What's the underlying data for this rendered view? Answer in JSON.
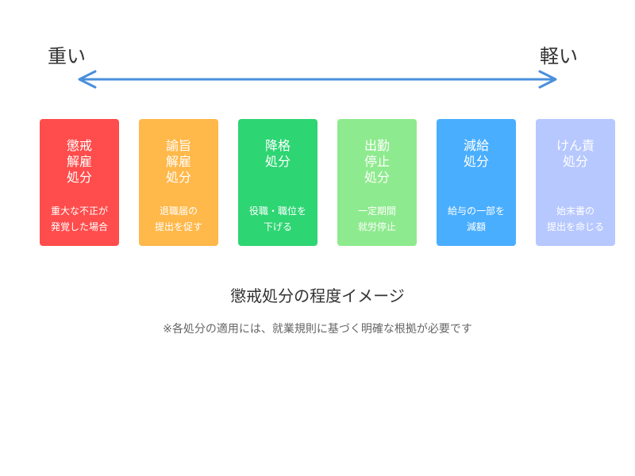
{
  "scale": {
    "left_label": "重い",
    "right_label": "軽い",
    "arrow_color": "#4a8fdc"
  },
  "cards": [
    {
      "title": "懲戒\n解雇\n処分",
      "desc": "重大な不正が\n発覚した場合",
      "color": "#ff4c4c"
    },
    {
      "title": "諭旨\n解雇\n処分",
      "desc": "退職届の\n提出を促す",
      "color": "#ffb84a"
    },
    {
      "title": "降格\n処分",
      "desc": "役職・職位を\n下げる",
      "color": "#2ed573"
    },
    {
      "title": "出勤\n停止\n処分",
      "desc": "一定期間\n就労停止",
      "color": "#8eea8e"
    },
    {
      "title": "減給\n処分",
      "desc": "給与の一部を\n減額",
      "color": "#4aaeff"
    },
    {
      "title": "けん責\n処分",
      "desc": "始末書の\n提出を命じる",
      "color": "#b7c8ff"
    }
  ],
  "caption": "懲戒処分の程度イメージ",
  "note": "※各処分の適用には、就業規則に基づく明確な根拠が必要です"
}
